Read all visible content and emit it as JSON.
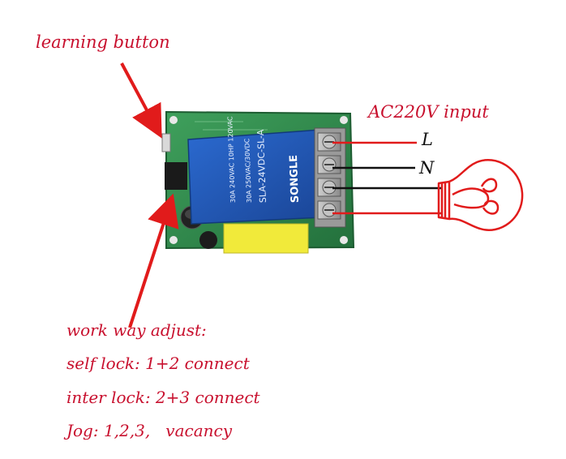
{
  "labels": {
    "learning_button": "learning button",
    "ac_input": "AC220V input",
    "live": "L",
    "neutral": "N",
    "work_way_title": "work way adjust:",
    "self_lock": "self lock: 1+2 connect",
    "inter_lock": "inter lock: 2+3 connect",
    "jog": "Jog: 1,2,3,   vacancy"
  },
  "relay": {
    "brand": "SONGLE",
    "model": "SLA-24VDC-SL-A",
    "rating_1": "30A 250VAC/30VDC",
    "rating_2": "30A 240VAC  10HP 120VAC"
  },
  "colors": {
    "label_red": "#c8102e",
    "wire_red": "#e11b1b",
    "wire_black": "#111111",
    "board_green": "#2f8a4c",
    "relay_blue": "#1f56b5",
    "capacitor_yellow": "#f1ea3a",
    "terminal_grey": "#a8a8a8"
  },
  "icons": [
    "light-bulb-icon",
    "arrow-icon"
  ]
}
